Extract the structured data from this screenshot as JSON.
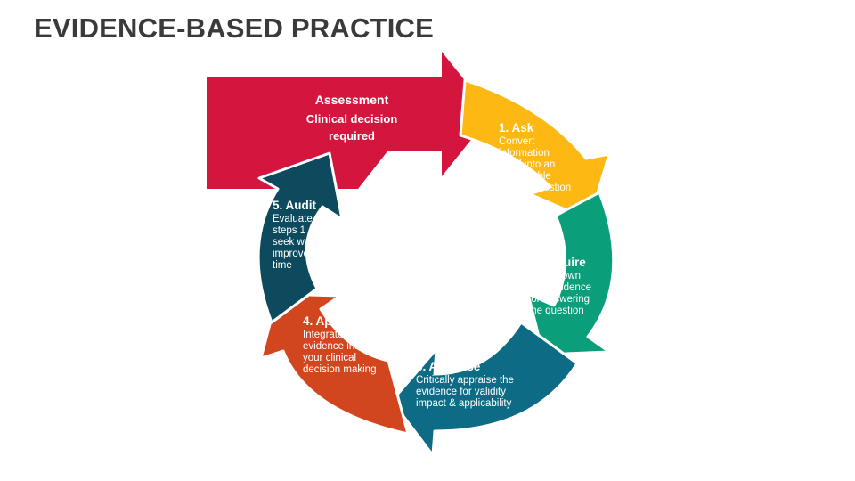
{
  "title": "EVIDENCE-BASED PRACTICE",
  "assessment": {
    "heading": "Assessment",
    "lines": [
      "Clinical decision",
      "required"
    ],
    "color": "#d4163f"
  },
  "steps": [
    {
      "heading": "1. Ask",
      "lines": [
        "Convert",
        "information",
        "need into an",
        "answerable",
        "clinical question"
      ],
      "color": "#fdb813"
    },
    {
      "heading": "2. Acquire",
      "lines": [
        "Track down",
        "best evidence",
        "for answering",
        "the question"
      ],
      "color": "#0a9e7a"
    },
    {
      "heading": "3. Appraise",
      "lines": [
        "Critically appraise the",
        "evidence for validity",
        "impact & applicability"
      ],
      "color": "#0e6b86"
    },
    {
      "heading": "4. Apply",
      "lines": [
        "Integrate the",
        "evidence into",
        "your clinical",
        "decision making"
      ],
      "color": "#d2461f"
    },
    {
      "heading": "5. Audit",
      "lines": [
        "Evaluate",
        "steps 1 - 4",
        "seek ways to",
        "improve next",
        "time"
      ],
      "color": "#0d4a5e"
    }
  ]
}
